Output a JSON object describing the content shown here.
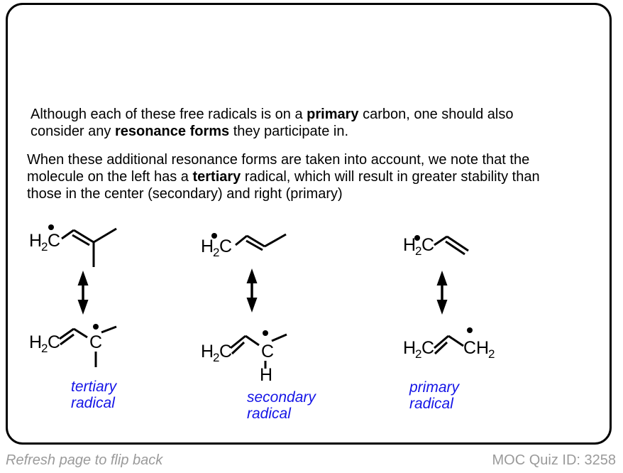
{
  "intro": {
    "p1": {
      "l1a": "Although each of these free radicals is on a ",
      "l1b": "primary",
      "l1c": " carbon, one should also",
      "l2a": "consider any ",
      "l2b": "resonance forms",
      "l2c": " they participate in."
    },
    "p2": {
      "l1": "When these additional resonance forms are taken into account, we note that the",
      "l2a": "molecule on the left has a ",
      "l2b": "tertiary",
      "l2c": " radical, which will result in greater stability than",
      "l3": "those in the center (secondary) and right (primary)"
    }
  },
  "molecules": {
    "formula_h2c": {
      "pre": "H",
      "sub": "2",
      "post": "C"
    },
    "formula_c": "C",
    "formula_h": "H",
    "formula_ch2": {
      "pre": "CH",
      "sub": "2"
    },
    "labels": {
      "left": {
        "line1": "tertiary",
        "line2": "radical"
      },
      "center": {
        "line1": "secondary",
        "line2": "radical"
      },
      "right": {
        "line1": "primary",
        "line2": "radical"
      }
    }
  },
  "footer": {
    "left": "Refresh page to flip back",
    "right": "MOC Quiz ID: 3258"
  },
  "colors": {
    "label_blue": "#1414e6",
    "footer_gray": "#9a9a9a",
    "border_black": "#000000"
  }
}
